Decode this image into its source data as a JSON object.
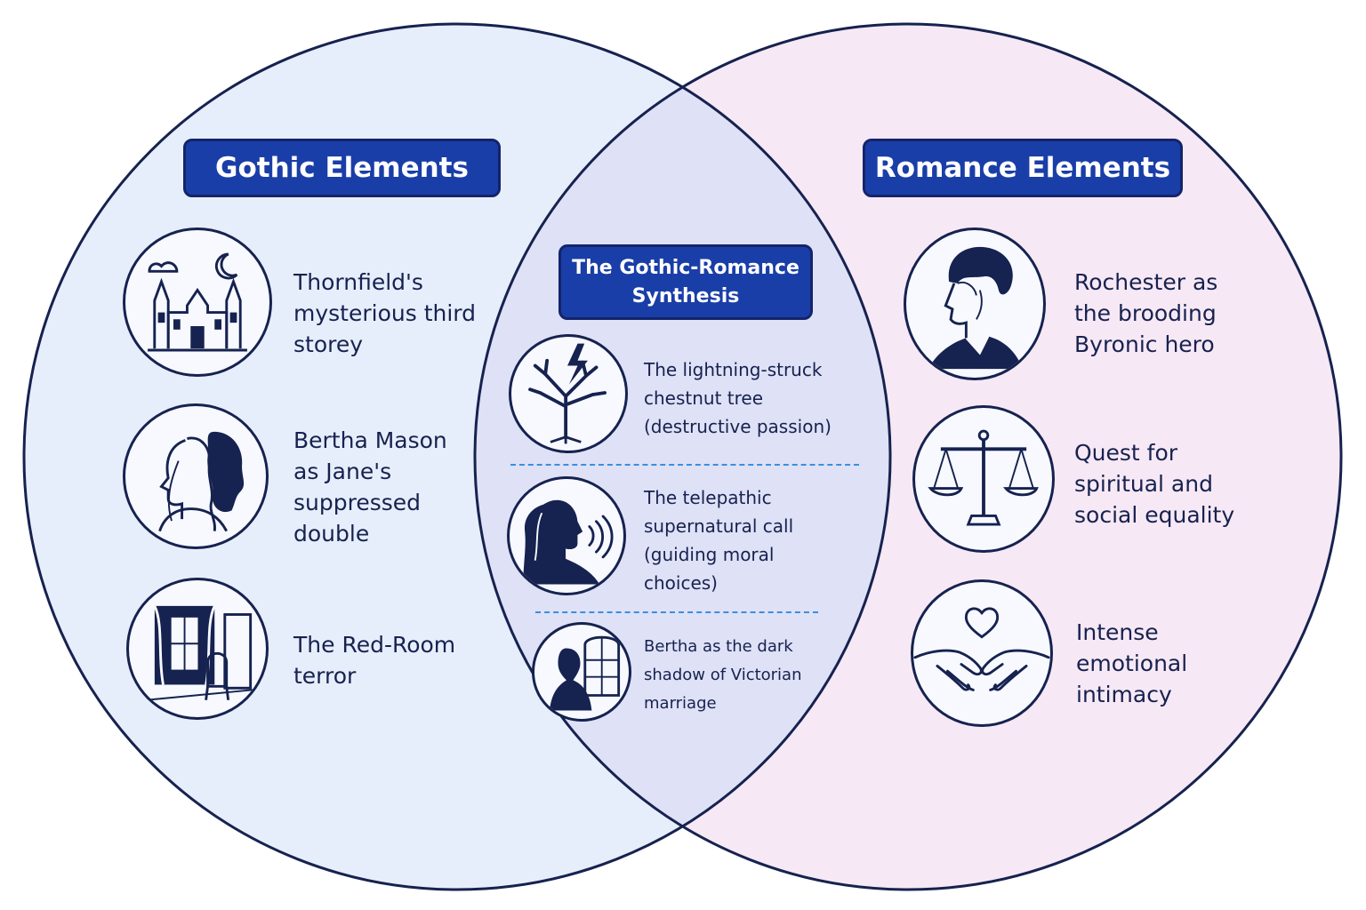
{
  "colors": {
    "gothic_fill": "#e7eefb",
    "romance_fill": "#f7e8f5",
    "overlap_fill": "#dfe1f6",
    "outline": "#16224f",
    "title_box": "#1a3ea8",
    "divider": "#3a8fe0"
  },
  "gothic": {
    "title": "Gothic Elements",
    "items": [
      {
        "icon": "castle-icon",
        "label": "Thornfield's mysterious third storey"
      },
      {
        "icon": "double-profile-icon",
        "label": "Bertha Mason as Jane's suppressed double"
      },
      {
        "icon": "red-room-icon",
        "label": "The Red-Room terror"
      }
    ]
  },
  "synthesis": {
    "title": "The Gothic-Romance Synthesis",
    "items": [
      {
        "icon": "lightning-tree-icon",
        "label": "The lightning-struck chestnut tree (destructive passion)"
      },
      {
        "icon": "telepathic-call-icon",
        "label": "The telepathic supernatural call (guiding moral choices)"
      },
      {
        "icon": "window-shadow-icon",
        "label": "Bertha as the dark shadow of Victorian marriage"
      }
    ]
  },
  "romance": {
    "title": "Romance Elements",
    "items": [
      {
        "icon": "byronic-hero-icon",
        "label": "Rochester as the brooding Byronic hero"
      },
      {
        "icon": "scales-icon",
        "label": "Quest for spiritual and social equality"
      },
      {
        "icon": "hands-heart-icon",
        "label": "Intense emotional intimacy"
      }
    ]
  }
}
